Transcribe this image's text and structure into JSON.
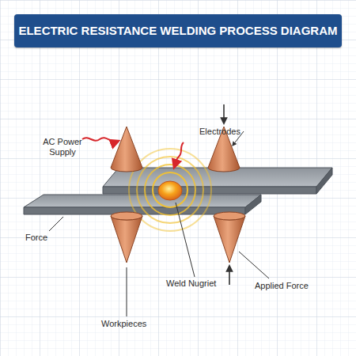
{
  "diagram": {
    "title": "ELECTRIC RESISTANCE WELDING PROCESS DIAGRAM",
    "labels": [
      "AC Power Supply",
      "Electrodes",
      "Force",
      "Weld Nugriet",
      "Applied Force",
      "Workpieces"
    ]
  }
}
